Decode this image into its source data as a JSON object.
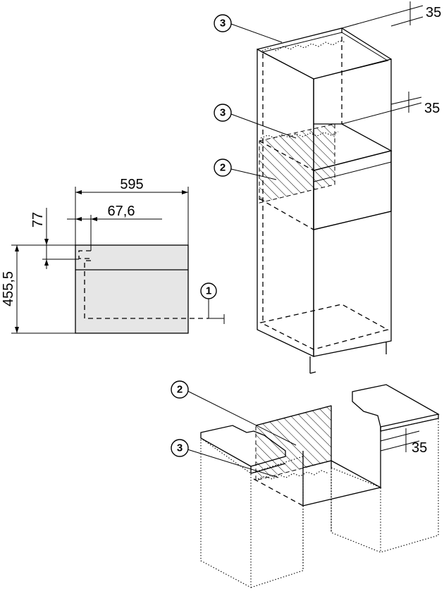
{
  "front_view": {
    "width_label": "595",
    "offset_x_label": "67,6",
    "offset_y_label": "77",
    "height_label": "455,5",
    "callout_1": "1"
  },
  "tall_cabinet": {
    "callout_top": "3",
    "callout_mid": "3",
    "callout_vent": "2",
    "gap_top_label": "35",
    "gap_mid_label": "35"
  },
  "base_unit": {
    "callout_vent": "2",
    "callout_gap": "3",
    "gap_label": "35"
  },
  "colors": {
    "appliance_fill": "#e6e6e6",
    "line": "#000000"
  }
}
